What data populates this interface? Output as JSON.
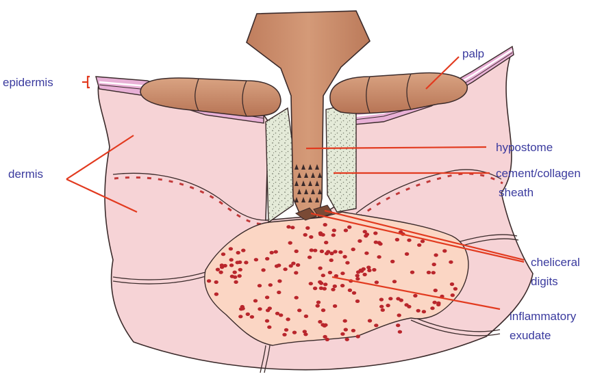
{
  "labels": {
    "epidermis": "epidermis",
    "dermis": "dermis",
    "palp": "palp",
    "hypostome": "hypostome",
    "cement_line1": "cement/collagen",
    "cement_line2": "sheath",
    "cheliceral_line1": "cheliceral",
    "cheliceral_line2": "digits",
    "inflammatory_line1": "inflammatory",
    "inflammatory_line2": "exudate"
  },
  "colors": {
    "skin": "#f6d3d6",
    "epidermis": "#e8b0d6",
    "exudate": "#fbd6c4",
    "blood_cells": "#b9262c",
    "mouthparts": "#c88a6a",
    "cement": "#e4ead8",
    "leader_lines": "#e23a1f",
    "label_text": "#3a3a9e"
  }
}
